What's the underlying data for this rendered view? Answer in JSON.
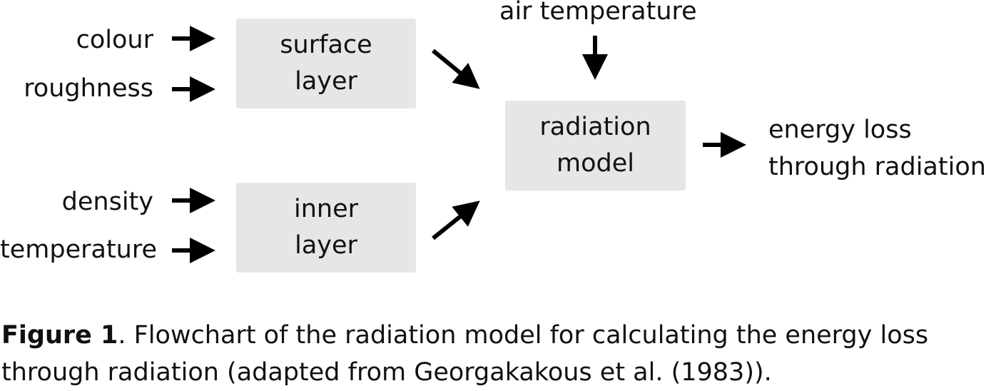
{
  "diagram": {
    "inputs": {
      "colour": "colour",
      "roughness": "roughness",
      "density": "density",
      "temperature": "temperature",
      "air_temperature": "air temperature"
    },
    "boxes": {
      "surface_layer": [
        "surface",
        "layer"
      ],
      "inner_layer": [
        "inner",
        "layer"
      ],
      "radiation_model": [
        "radiation",
        "model"
      ]
    },
    "output": [
      "energy loss",
      "through radiation"
    ],
    "box_color": "#e6e6e6",
    "arrow_color": "#000000"
  },
  "caption": {
    "label": "Figure 1",
    "text": ". Flowchart of the radiation model for calculating the energy loss",
    "text_line2": "through radiation (adapted from Georgakakous et al. (1983))."
  }
}
